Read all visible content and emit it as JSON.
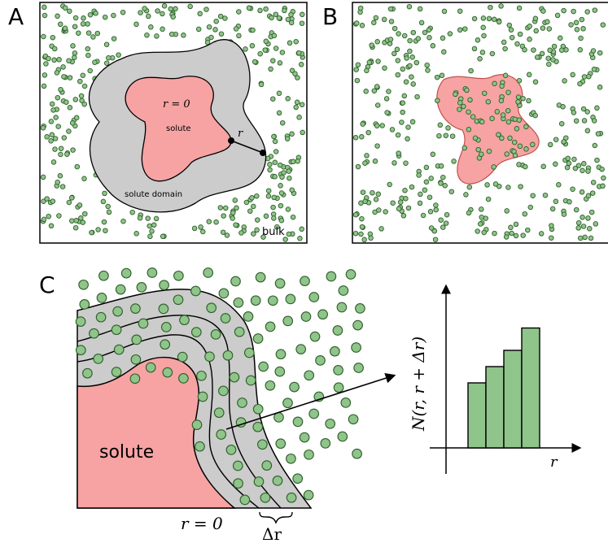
{
  "panels": {
    "a": {
      "letter": "A",
      "r0_label": "r = 0",
      "solute_label": "solute",
      "r_label": "r",
      "domain_label": "solute domain",
      "bulk_label": "bulk"
    },
    "b": {
      "letter": "B"
    },
    "c": {
      "letter": "C",
      "solute_label": "solute",
      "r0_label": "r = 0",
      "dr_label": "Δr",
      "y_axis_label": "N(r, r + Δr)",
      "x_axis_label": "r"
    }
  },
  "colors": {
    "solute": "#f7a3a3",
    "domain": "#cccccc",
    "particle_fill": "#8fc48a",
    "particle_stroke": "#2f5e2a"
  },
  "chart_data": {
    "type": "bar",
    "title": "",
    "xlabel": "r",
    "ylabel": "N(r, r + Δr)",
    "categories": [
      "",
      "",
      "",
      ""
    ],
    "values": [
      3.2,
      4.0,
      4.8,
      5.9
    ]
  }
}
